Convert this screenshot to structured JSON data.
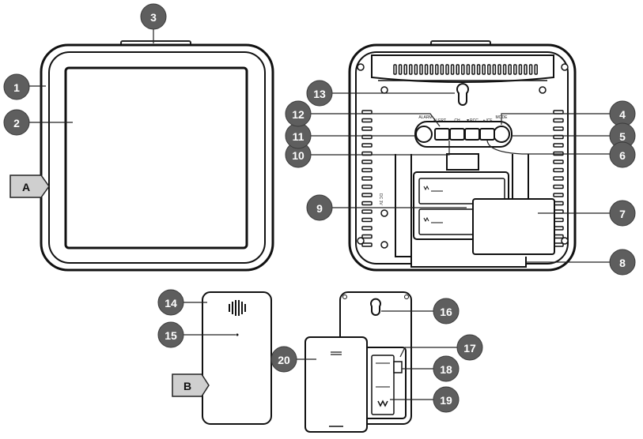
{
  "callouts": [
    "1",
    "2",
    "3",
    "4",
    "5",
    "6",
    "7",
    "8",
    "9",
    "10",
    "11",
    "12",
    "13",
    "14",
    "15",
    "16",
    "17",
    "18",
    "19",
    "20"
  ],
  "view_tags": {
    "a": "A",
    "b": "B"
  },
  "buttons": {
    "alarm": "ALARM",
    "alert": "ALERT",
    "ch": "CH",
    "down": "▼RCC",
    "up": "▲/CF",
    "mode": "MODE"
  },
  "side_text": "DC 3V"
}
